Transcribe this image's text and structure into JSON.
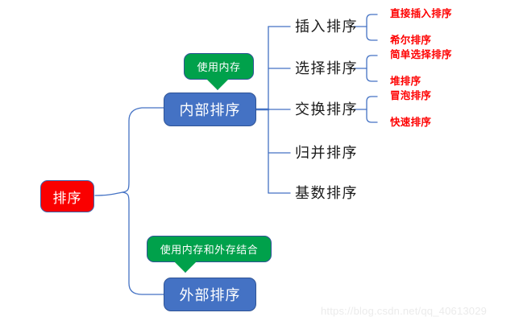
{
  "diagram": {
    "title_root": "排序",
    "watermark": "https://blog.csdn.net/qq_40613029",
    "colors": {
      "root_fill": "#fa0000",
      "branch_fill": "#4472c4",
      "callout_fill": "#00a14b",
      "connector": "#4472c4",
      "leaf_text": "#fe0000",
      "label_text": "#1a1a1a",
      "border": "#2f5496"
    },
    "nodes": {
      "root": "排序",
      "internal": "内部排序",
      "external": "外部排序",
      "callout_internal": "使用内存",
      "callout_external": "使用内存和外存结合"
    },
    "branches": [
      {
        "label": "插入排序",
        "children": [
          "直接插入排序",
          "希尔排序"
        ]
      },
      {
        "label": "选择排序",
        "children": [
          "简单选择排序",
          "堆排序"
        ]
      },
      {
        "label": "交换排序",
        "children": [
          "冒泡排序",
          "快速排序"
        ]
      },
      {
        "label": "归并排序",
        "children": []
      },
      {
        "label": "基数排序",
        "children": []
      }
    ]
  }
}
